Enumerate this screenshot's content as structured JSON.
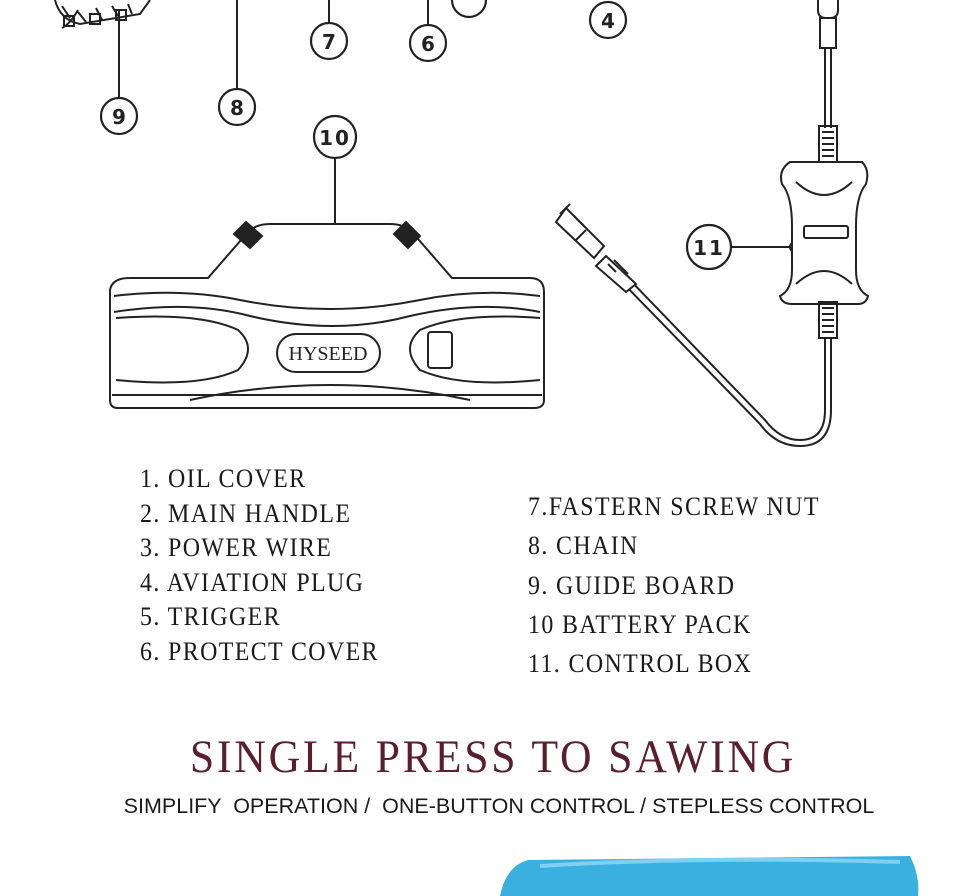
{
  "callouts": {
    "c4": "4",
    "c6": "6",
    "c7": "7",
    "c8": "8",
    "c9": "9",
    "c10": "10",
    "c11": "11"
  },
  "logo_text": "HYSEED",
  "parts_left": [
    "1.  OIL COVER",
    "2.  MAIN HANDLE",
    "3.  POWER WIRE",
    "4.  AVIATION PLUG",
    "5.  TRIGGER",
    "6.  PROTECT COVER"
  ],
  "parts_right": [
    "7.FASTERN SCREW NUT",
    "8.  CHAIN",
    "9.  GUIDE BOARD",
    "10 BATTERY PACK",
    "11.  CONTROL BOX"
  ],
  "headline": "SINGLE PRESS TO SAWING",
  "subline": "SIMPLIFY  OPERATION /  ONE-BUTTON CONTROL / STEPLESS CONTROL",
  "colors": {
    "headline": "#5a1e2c",
    "line_art": "#222222",
    "photo_blue": "#3ab0e0"
  }
}
